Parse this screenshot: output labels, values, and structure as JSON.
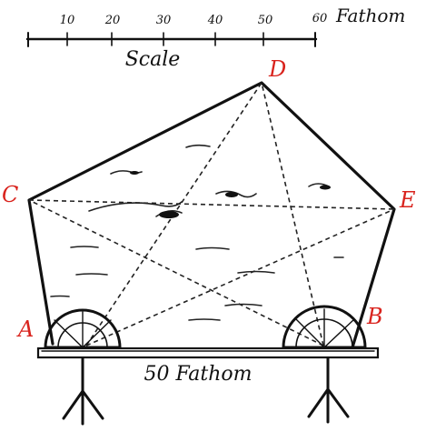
{
  "scale": {
    "ticks": [
      "10",
      "20",
      "30",
      "40",
      "50",
      "60"
    ],
    "unit_label": "Fathom",
    "title": "Scale"
  },
  "vertices": [
    {
      "id": "A",
      "label": "A"
    },
    {
      "id": "B",
      "label": "B"
    },
    {
      "id": "C",
      "label": "C"
    },
    {
      "id": "D",
      "label": "D"
    },
    {
      "id": "E",
      "label": "E"
    }
  ],
  "base_label": "50 Fathom",
  "colors": {
    "ink": "#111111",
    "vertex_label": "#d9231d",
    "paper": "#ffffff"
  }
}
